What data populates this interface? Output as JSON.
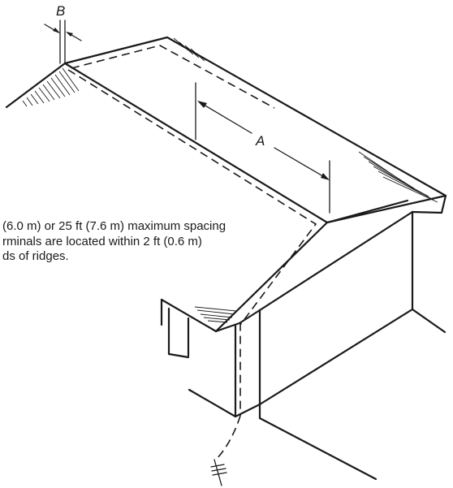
{
  "labels": {
    "dimension_b": "B",
    "dimension_a": "A"
  },
  "notes": [
    "(6.0 m) or 25 ft (7.6 m) maximum spacing",
    "rminals are located within 2 ft (0.6 m)",
    "ds of ridges."
  ]
}
